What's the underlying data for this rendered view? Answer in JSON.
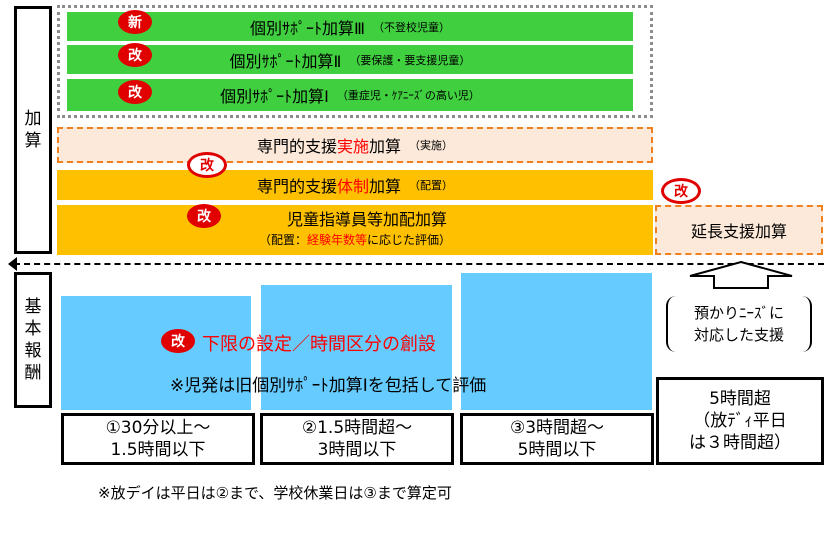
{
  "side_labels": {
    "kasan": [
      "加",
      "算"
    ],
    "basic": [
      "基",
      "本",
      "報",
      "酬"
    ]
  },
  "badges": {
    "new": "新",
    "revised": "改"
  },
  "kasan_items": {
    "support3": {
      "label": "個別ｻﾎﾟｰﾄ加算Ⅲ",
      "note": "（不登校児童）"
    },
    "support2": {
      "label": "個別ｻﾎﾟｰﾄ加算Ⅱ",
      "note": "（要保護・要支援児童）"
    },
    "support1": {
      "label": "個別ｻﾎﾟｰﾄ加算Ⅰ",
      "note": "（重症児・ｹｱﾆｰｽﾞの高い児）"
    },
    "specialist_impl": {
      "label_pre": "専門的支援",
      "label_red": "実施",
      "label_post": "加算",
      "note": "（実施）"
    },
    "specialist_sys": {
      "label_pre": "専門的支援",
      "label_red": "体制",
      "label_post": "加算",
      "note": "（配置）"
    },
    "instructor": {
      "label": "児童指導員等加配加算",
      "note_pre": "（配置：",
      "note_red": "経験年数等",
      "note_post": "に応じた評価）"
    }
  },
  "extension": {
    "label": "延長支援加算",
    "note_lines": [
      "預かりﾆｰｽﾞに",
      "対応した支援"
    ]
  },
  "basic_reward": {
    "headline": "下限の設定／時間区分の創設",
    "subtext": "※児発は旧個別ｻﾎﾟｰﾄ加算Ⅰを包括して評価"
  },
  "time_slots": [
    {
      "line1": "①30分以上～",
      "line2": "1.5時間以下"
    },
    {
      "line1": "②1.5時間超～",
      "line2": "3時間以下"
    },
    {
      "line1": "③3時間超～",
      "line2": "5時間以下"
    }
  ],
  "over5": {
    "lines": [
      "5時間超",
      "（放ﾃﾞｨ平日",
      "は３時間超）"
    ]
  },
  "footnote": "※放デイは平日は②まで、学校休業日は③まで算定可",
  "colors": {
    "green": "#3fcf3f",
    "yellow": "#ffc000",
    "peach": "#fde9d9",
    "orange_border": "#f07f1e",
    "blue": "#66ccff",
    "red": "#ff0000"
  }
}
